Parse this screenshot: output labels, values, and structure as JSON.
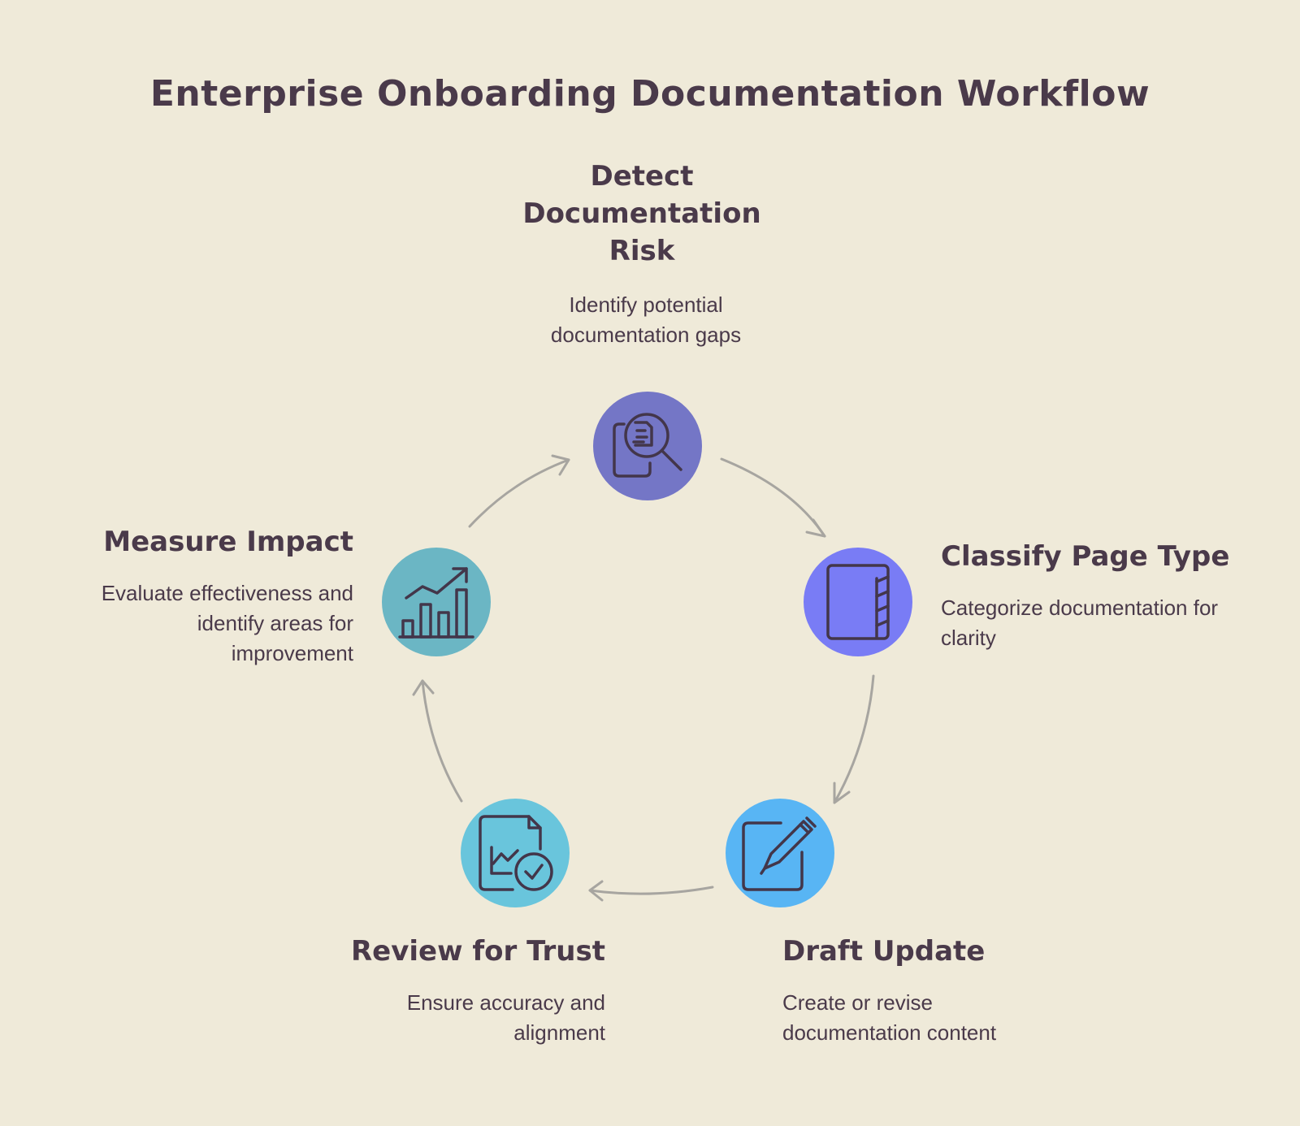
{
  "title": "Enterprise Onboarding Documentation Workflow",
  "steps": [
    {
      "heading_lines": [
        "Detect",
        "Documentation",
        "Risk"
      ],
      "description_lines": [
        "Identify potential",
        "documentation gaps"
      ],
      "icon": "document-search-icon",
      "color": "#7476c6"
    },
    {
      "heading_lines": [
        "Classify Page Type"
      ],
      "description_lines": [
        "Categorize documentation for",
        "clarity"
      ],
      "icon": "notebook-icon",
      "color": "#797cf5"
    },
    {
      "heading_lines": [
        "Draft Update"
      ],
      "description_lines": [
        "Create or revise",
        "documentation content"
      ],
      "icon": "pen-on-paper-icon",
      "color": "#58b5f4"
    },
    {
      "heading_lines": [
        "Review for Trust"
      ],
      "description_lines": [
        "Ensure accuracy and",
        "alignment"
      ],
      "icon": "report-check-icon",
      "color": "#69c5dc"
    },
    {
      "heading_lines": [
        "Measure Impact"
      ],
      "description_lines": [
        "Evaluate effectiveness and",
        "identify areas for",
        "improvement"
      ],
      "icon": "growth-chart-icon",
      "color": "#6bb6c4"
    }
  ]
}
